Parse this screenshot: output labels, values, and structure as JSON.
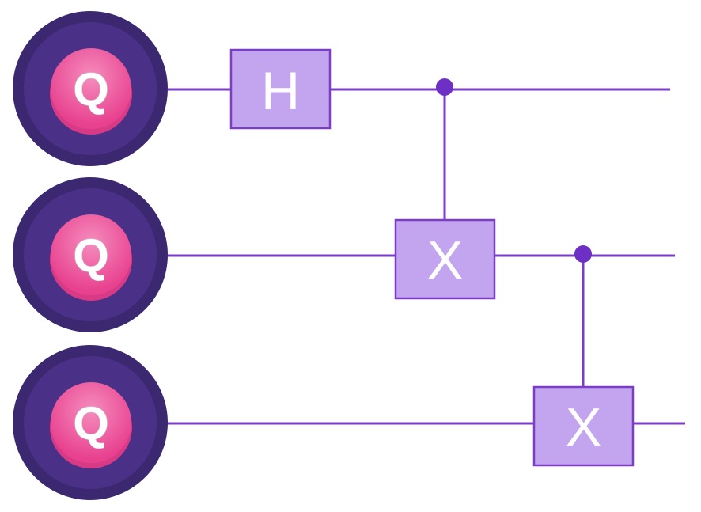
{
  "circuit": {
    "colors": {
      "wire": "#7b3cc9",
      "gate_fill": "#c3a4ee",
      "gate_stroke": "#7b3cc9",
      "control_dot": "#6d2fc4",
      "qubit_outer": "#3c2870",
      "qubit_inner": "#4a3187",
      "qubit_core": "#ee4f9b",
      "qubit_core_light": "#f7a3c9",
      "label": "#ffffff"
    },
    "qubits": [
      {
        "label": "Q"
      },
      {
        "label": "Q"
      },
      {
        "label": "Q"
      }
    ],
    "gates": [
      {
        "type": "H",
        "label": "H",
        "qubit": 0,
        "step": 0
      },
      {
        "type": "CNOT",
        "label": "X",
        "control": 0,
        "target": 1,
        "step": 1
      },
      {
        "type": "CNOT",
        "label": "X",
        "control": 1,
        "target": 2,
        "step": 2
      }
    ]
  }
}
